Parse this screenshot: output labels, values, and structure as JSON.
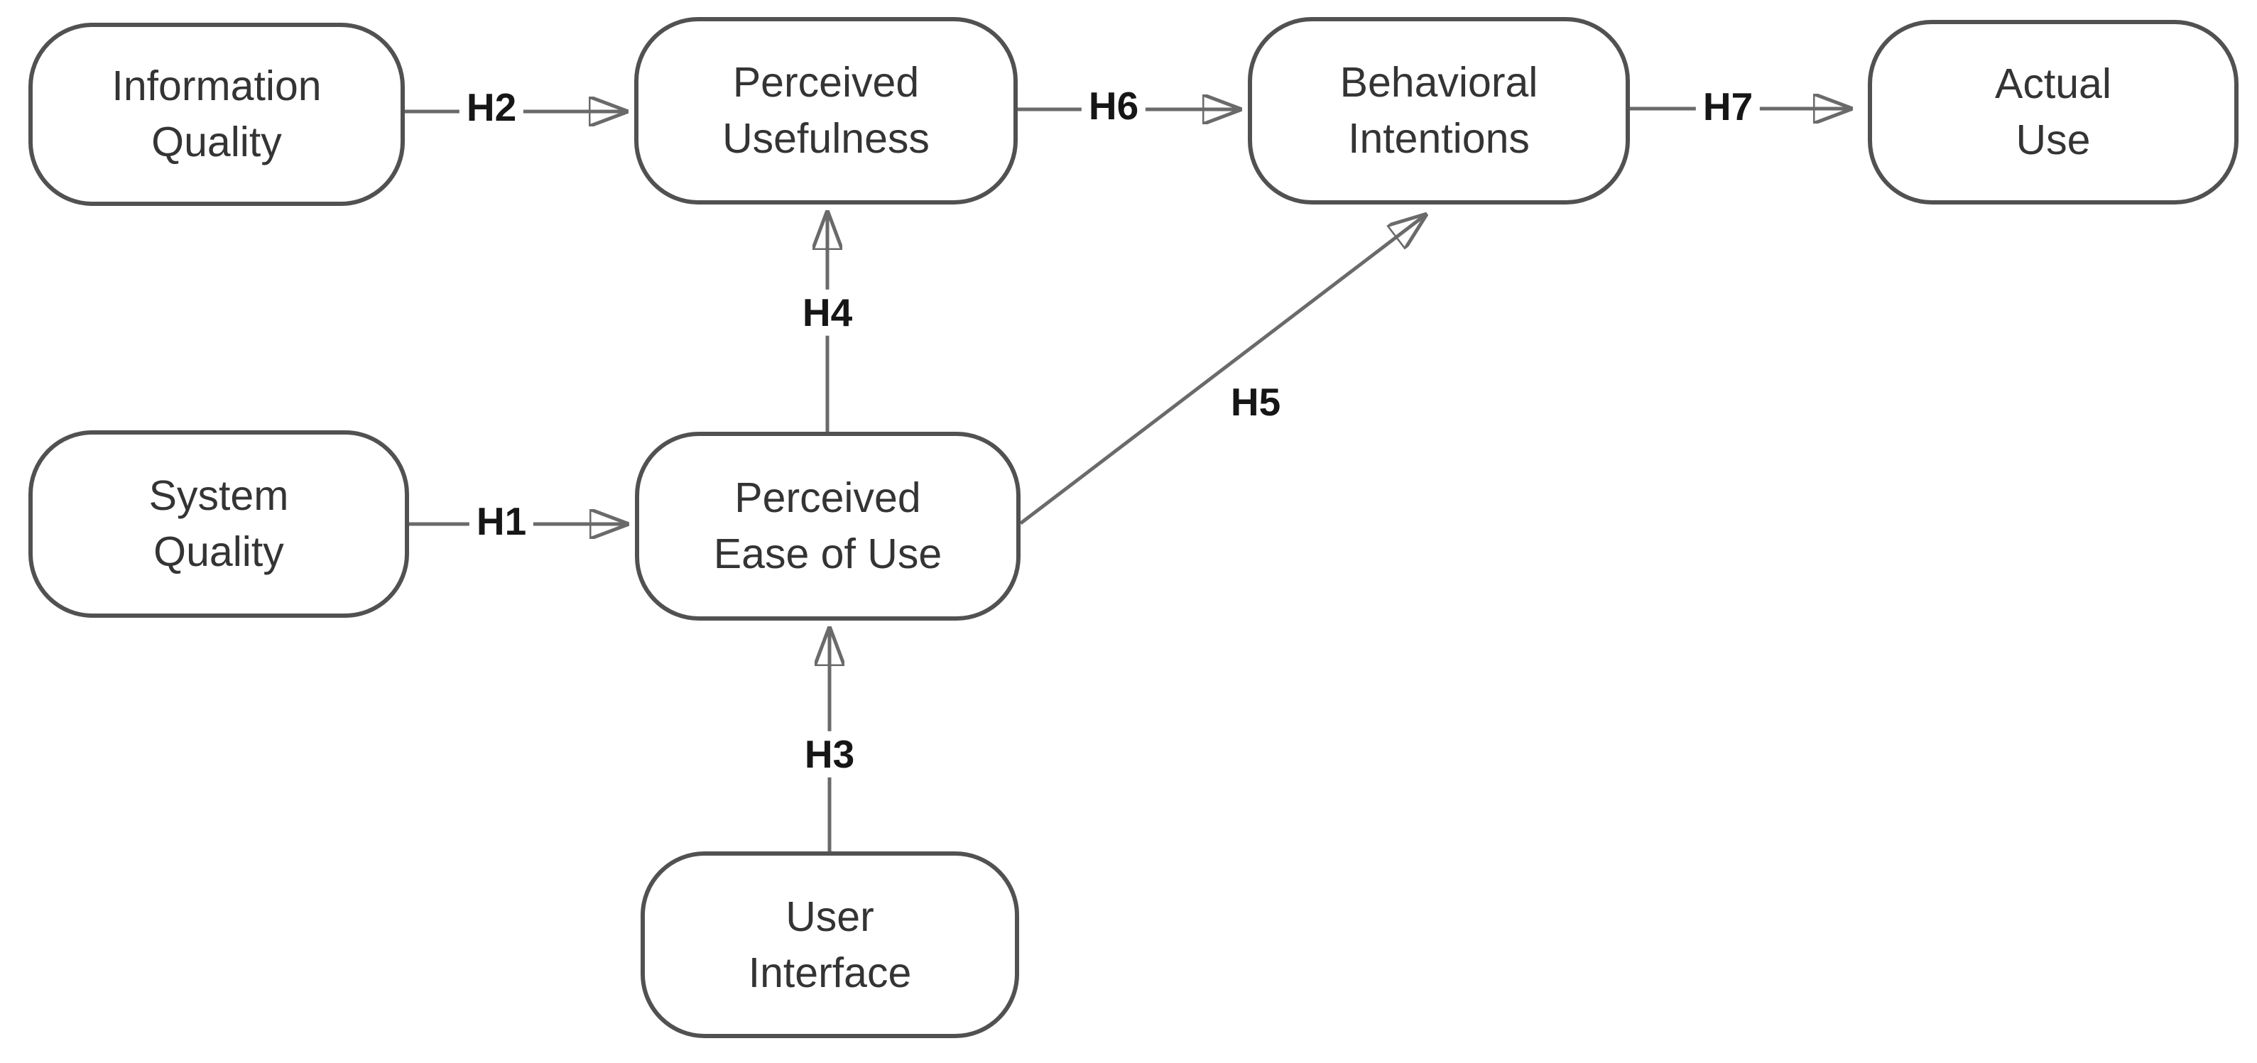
{
  "diagram_type": "flow-diagram",
  "background": "#ffffff",
  "nodes": [
    {
      "id": "information-quality",
      "label": "Information\nQuality"
    },
    {
      "id": "perceived-usefulness",
      "label": "Perceived\nUsefulness"
    },
    {
      "id": "behavioral-intentions",
      "label": "Behavioral\nIntentions"
    },
    {
      "id": "actual-use",
      "label": "Actual\nUse"
    },
    {
      "id": "system-quality",
      "label": "System\nQuality"
    },
    {
      "id": "perceived-ease-of-use",
      "label": "Perceived\nEase of Use"
    },
    {
      "id": "user-interface",
      "label": "User\nInterface"
    }
  ],
  "edges": [
    {
      "id": "H1",
      "label": "H1",
      "from": "system-quality",
      "to": "perceived-ease-of-use",
      "arrow": "end"
    },
    {
      "id": "H2",
      "label": "H2",
      "from": "information-quality",
      "to": "perceived-usefulness",
      "arrow": "end"
    },
    {
      "id": "H3",
      "label": "H3",
      "from": "user-interface",
      "to": "perceived-ease-of-use",
      "arrow": "end"
    },
    {
      "id": "H4",
      "label": "H4",
      "from": "perceived-ease-of-use",
      "to": "perceived-usefulness",
      "arrow": "end"
    },
    {
      "id": "H5",
      "label": "H5",
      "from": "perceived-ease-of-use",
      "to": "behavioral-intentions",
      "arrow": "end"
    },
    {
      "id": "H6",
      "label": "H6",
      "from": "perceived-usefulness",
      "to": "behavioral-intentions",
      "arrow": "end"
    },
    {
      "id": "H7",
      "label": "H7",
      "from": "behavioral-intentions",
      "to": "actual-use",
      "arrow": "end"
    }
  ],
  "colors": {
    "node_border": "#515151",
    "node_fill": "#ffffff",
    "node_text": "#343434",
    "edge_line": "#6a6a6a",
    "arrowhead": "#515151",
    "edge_label_text": "#161616"
  }
}
